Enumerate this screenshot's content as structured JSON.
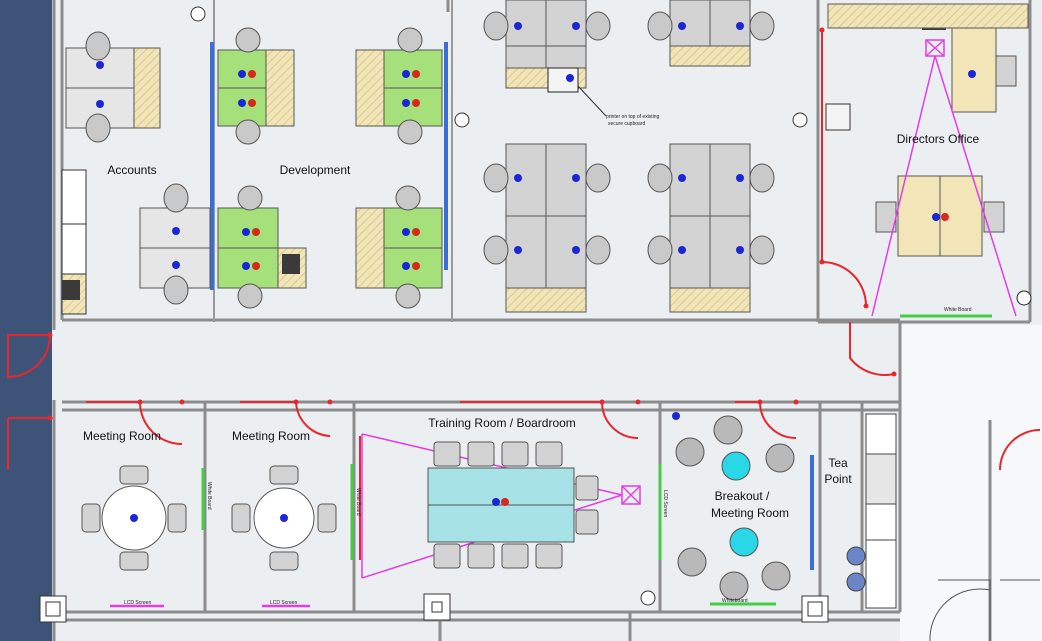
{
  "rooms": {
    "accounts": "Accounts",
    "development": "Development",
    "directors_office": "Directors  Office",
    "meeting_room_1": "Meeting Room",
    "meeting_room_2": "Meeting Room",
    "training_room": "Training Room / Boardroom",
    "breakout_line1": "Breakout /",
    "breakout_line2": "Meeting Room",
    "tea_point_line1": "Tea",
    "tea_point_line2": "Point"
  },
  "annotations": {
    "printer_note_line1": "printer on top of existing",
    "printer_note_line2": "secure cupboard",
    "lcd_screen": "LCD Screen",
    "white_board": "White Board",
    "whiteboard_short": "Whiteboard"
  },
  "colors": {
    "wall": "#8c8c8c",
    "floor": "#eceff2",
    "door": "#e8262e",
    "desk_green": "#a6e07a",
    "desk_beige": "#f2e6b9",
    "table_teal": "#a7e3e6",
    "projector": "#e43ce8",
    "whiteboard": "#44cc44",
    "partition_blue": "#3b6fd6",
    "chair": "#d9d9d9",
    "pc_blue": "#1b26d6",
    "pc_red": "#d6281b",
    "cyan_table": "#29d7e6"
  }
}
